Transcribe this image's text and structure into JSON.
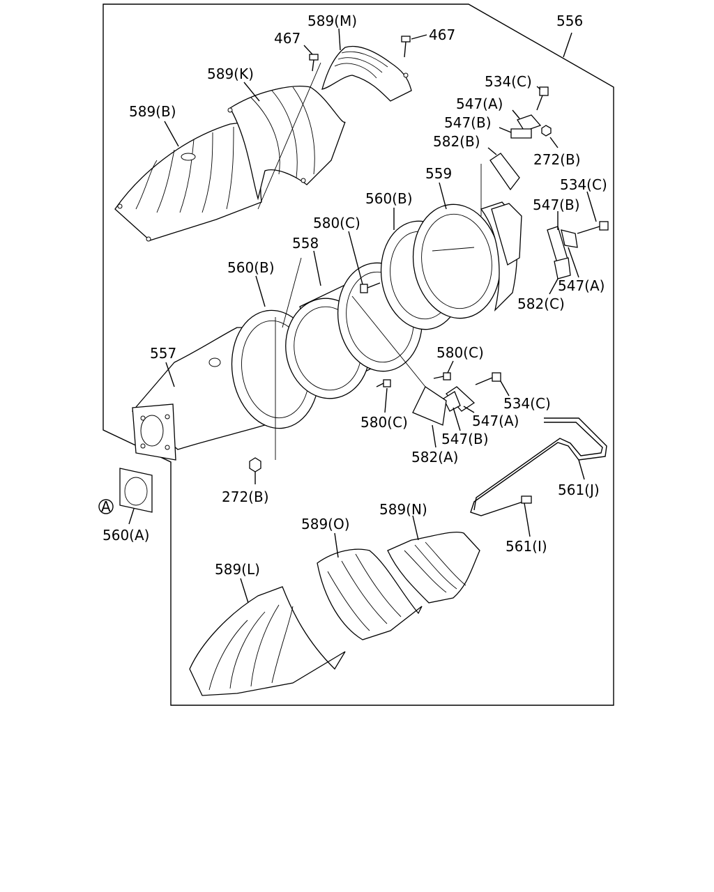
{
  "assembly_number": "556",
  "circle_marker": "A",
  "labels": {
    "p589M": "589(M)",
    "p467a": "467",
    "p467b": "467",
    "p589K": "589(K)",
    "p589B": "589(B)",
    "p534C_top": "534(C)",
    "p547A_top": "547(A)",
    "p547B_top": "547(B)",
    "p582B": "582(B)",
    "p272B_top": "272(B)",
    "p559": "559",
    "p560B_right": "560(B)",
    "p580C_top": "580(C)",
    "p558": "558",
    "p560B_left": "560(B)",
    "p557": "557",
    "p534C_right": "534(C)",
    "p547B_right": "547(B)",
    "p547A_right": "547(A)",
    "p582C": "582(C)",
    "p580C_mid": "580(C)",
    "p534C_mid": "534(C)",
    "p547A_mid": "547(A)",
    "p580C_low": "580(C)",
    "p547B_mid": "547(B)",
    "p582A": "582(A)",
    "p272B_low": "272(B)",
    "p560A": "560(A)",
    "p561J": "561(J)",
    "p589O": "589(O)",
    "p589N": "589(N)",
    "p561I": "561(I)",
    "p589L": "589(L)"
  }
}
